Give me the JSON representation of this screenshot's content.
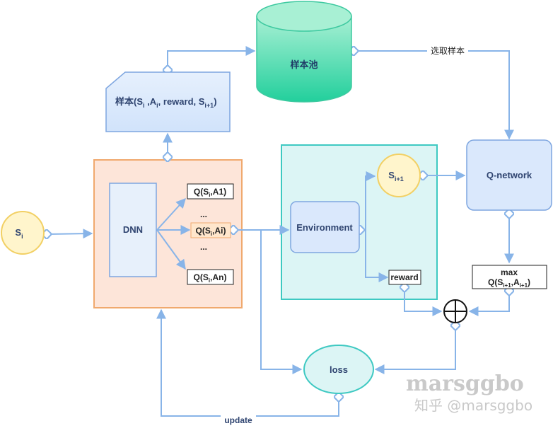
{
  "nodes": {
    "state_si": {
      "base": "S",
      "sub": "i"
    },
    "dnn": "DNN",
    "sample_pool": "样本池",
    "sample": {
      "prefix": "样本(S",
      "s1": "i",
      "mid1": " ,A",
      "s2": "i",
      "mid2": ", reward, S",
      "s3": "i+1",
      "suffix": ")"
    },
    "q_a1": {
      "prefix": "Q(S",
      "sub": "i",
      "suffix": ",A1)"
    },
    "q_ai": {
      "prefix": "Q(S",
      "sub": "i",
      "suffix": ",Ai)"
    },
    "q_an": {
      "prefix": "Q(S",
      "sub": "i",
      "suffix": ",An)"
    },
    "dots_top": "...",
    "dots_bottom": "...",
    "environment": "Environment",
    "state_next": {
      "base": "S",
      "sub": "i+1"
    },
    "reward": "reward",
    "q_network": "Q-network",
    "max_q": {
      "line1": "max",
      "prefix": "Q(S",
      "s1": "i+1",
      "mid": ",A",
      "s2": "i+1",
      "suffix": ")"
    },
    "loss": "loss"
  },
  "edges": {
    "select_sample": "选取样本",
    "update": "update"
  },
  "watermark": {
    "name": "marsggbo",
    "line2": "知乎 @marsggbo"
  },
  "colors": {
    "edge": "#88b4e8",
    "dnn_container_fill": "#fde5d9",
    "dnn_container_stroke": "#f0a96e",
    "env_container_fill": "#dcf5f5",
    "env_container_stroke": "#3ec9c2",
    "state_fill": "#fff5cc",
    "state_stroke": "#f2d064",
    "cylinder_fill": "#33d6a3",
    "node_fill": "#dae8fc",
    "node_stroke": "#7ea6e0"
  }
}
